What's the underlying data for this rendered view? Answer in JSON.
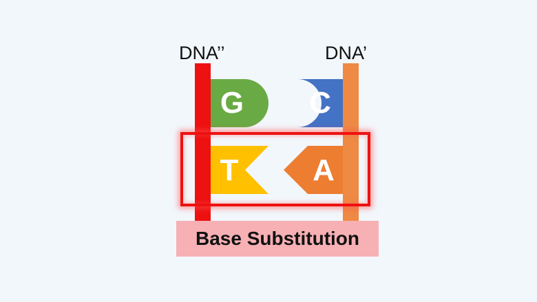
{
  "labels": {
    "left_strand": "DNA’’",
    "right_strand": "DNA’",
    "caption": "Base Substitution"
  },
  "bases": {
    "top_left": "G",
    "top_right": "C",
    "bottom_left": "T",
    "bottom_right": "A"
  },
  "colors": {
    "background": "#f2f7fc",
    "left_strand": "#ee1111",
    "right_strand": "#ee8a44",
    "guanine": "#6aaa44",
    "cytosine": "#4472c4",
    "thymine": "#ffc000",
    "adenine": "#ed7d31",
    "highlight": "#ee1111",
    "caption_bg": "#f7b0b4"
  }
}
